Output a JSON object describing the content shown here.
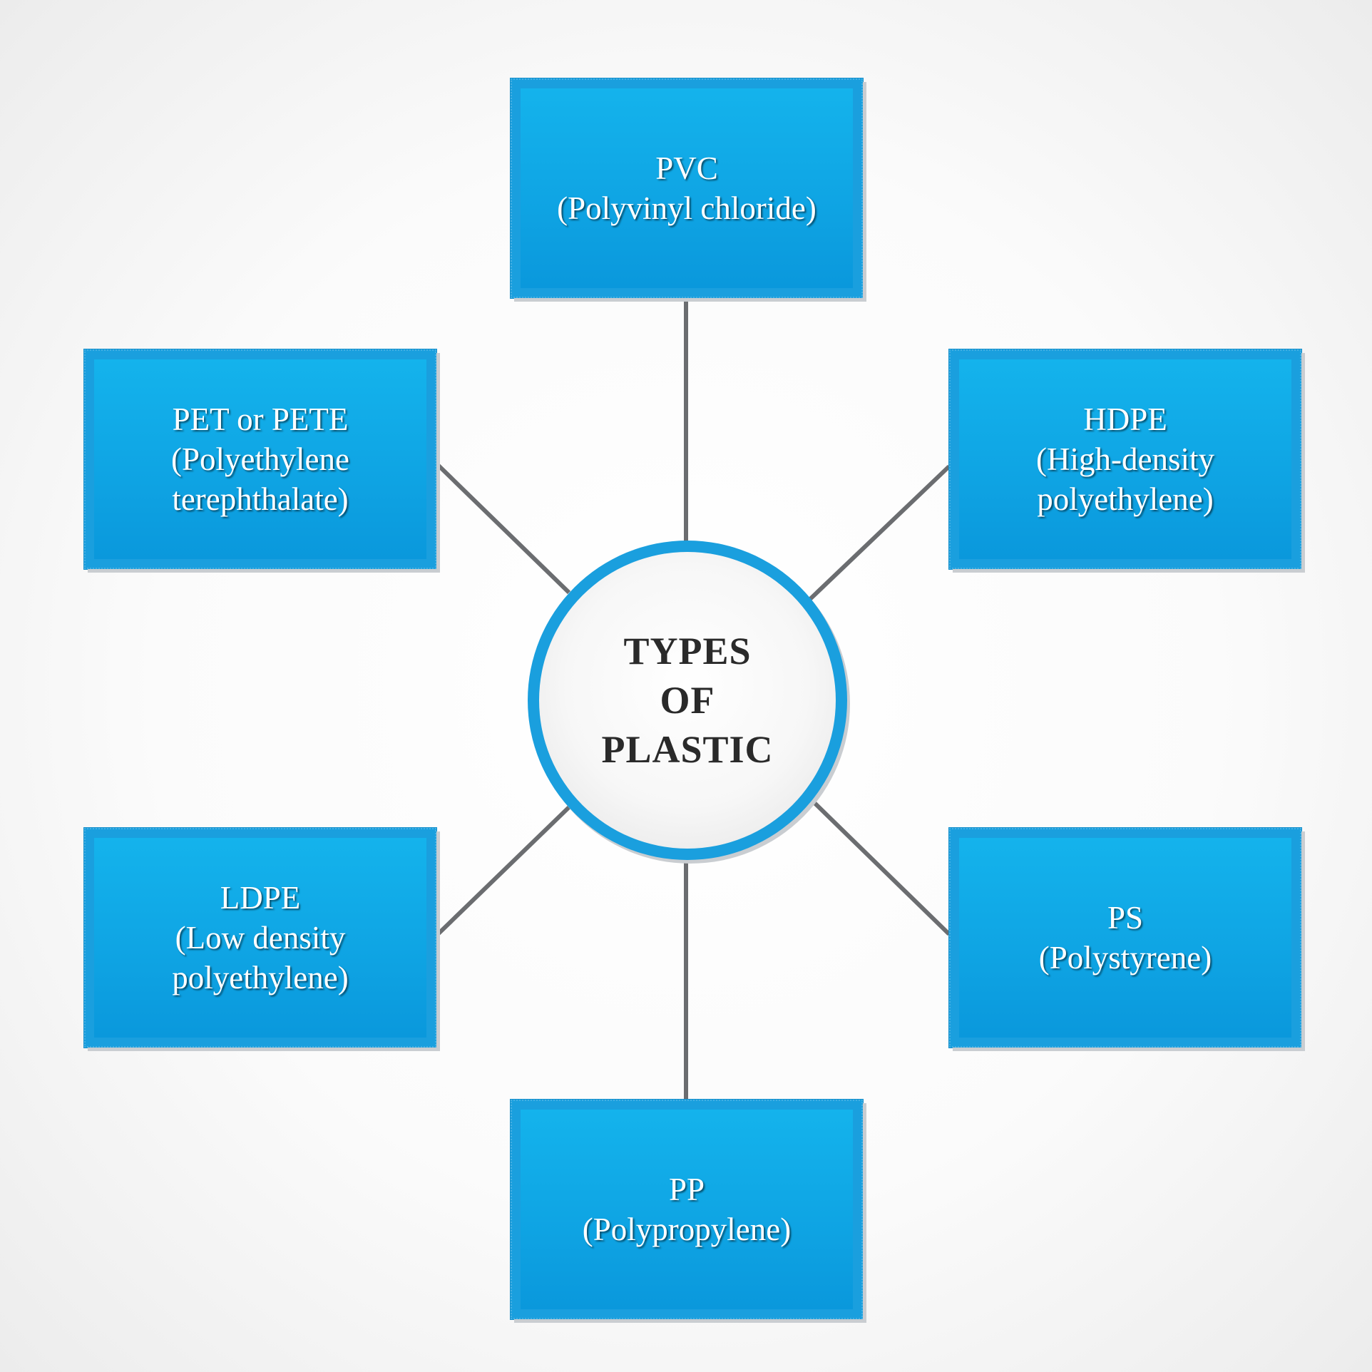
{
  "center": {
    "lines": [
      "TYPES",
      "OF",
      "PLASTIC"
    ]
  },
  "nodes": {
    "pvc": {
      "lines": [
        "PVC",
        "(Polyvinyl chloride)"
      ]
    },
    "pet": {
      "lines": [
        "PET or PETE",
        "(Polyethylene",
        "terephthalate)"
      ]
    },
    "hdpe": {
      "lines": [
        "HDPE",
        "(High-density",
        "polyethylene)"
      ]
    },
    "ldpe": {
      "lines": [
        "LDPE",
        "(Low density",
        "polyethylene)"
      ]
    },
    "ps": {
      "lines": [
        "PS",
        "(Polystyrene)"
      ]
    },
    "pp": {
      "lines": [
        "PP",
        "(Polypropylene)"
      ]
    }
  },
  "colors": {
    "box_fill": "#12aae7",
    "box_border": "#1a9fde",
    "connector": "#6b6d70",
    "center_ring": "#1a9fde",
    "center_text": "#2a2a2a",
    "box_text": "#ffffff"
  }
}
